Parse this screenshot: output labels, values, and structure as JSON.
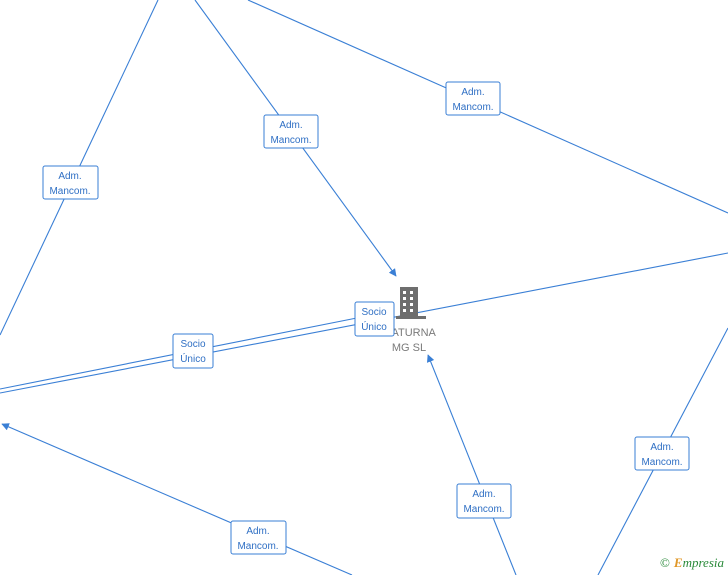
{
  "center_node": {
    "name_line1": "SATURNA",
    "name_line2": "MG  SL",
    "icon": "building-icon"
  },
  "edge_labels": {
    "adm_1_line1": "Adm.",
    "adm_1_line2": "Mancom.",
    "adm_2_line1": "Adm.",
    "adm_2_line2": "Mancom.",
    "adm_3_line1": "Adm.",
    "adm_3_line2": "Mancom.",
    "adm_4_line1": "Adm.",
    "adm_4_line2": "Mancom.",
    "adm_5_line1": "Adm.",
    "adm_5_line2": "Mancom.",
    "adm_6_line1": "Adm.",
    "adm_6_line2": "Mancom.",
    "socio_1_line1": "Socio",
    "socio_1_line2": "Único",
    "socio_2_line1": "Socio",
    "socio_2_line2": "Único"
  },
  "watermark": {
    "copyright": "©",
    "brand_initial": "E",
    "brand_rest": "mpresia"
  },
  "colors": {
    "edge": "#3a7fd5",
    "label_text": "#2f6fc4",
    "node_icon": "#6e6e6e",
    "brand_green": "#2a8a3a",
    "brand_orange": "#e0982a"
  }
}
